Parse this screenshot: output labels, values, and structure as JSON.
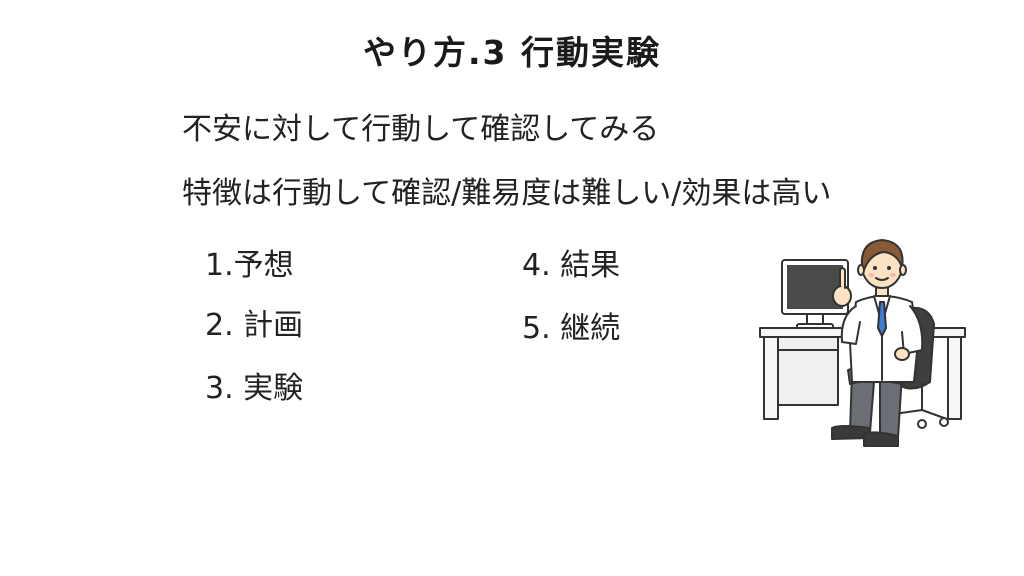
{
  "slide": {
    "title": "やり方.3 行動実験",
    "line1": "不安に対して行動して確認してみる",
    "line2": "特徴は行動して確認/難易度は難しい/効果は高い"
  },
  "steps": [
    "1.予想",
    "2. 計画",
    "3. 実験",
    "4. 結果",
    "5. 継続"
  ],
  "illustration": {
    "icon": "scientist-at-desk-illustration",
    "colors": {
      "outline": "#333333",
      "coat": "#ffffff",
      "tie": "#3b7dd8",
      "hair": "#8a5a36",
      "skin": "#fde2c4",
      "pants": "#6b6f75",
      "chair": "#3f3f3f",
      "desk": "#f2f2f2",
      "monitor": "#4a4a4a"
    }
  }
}
